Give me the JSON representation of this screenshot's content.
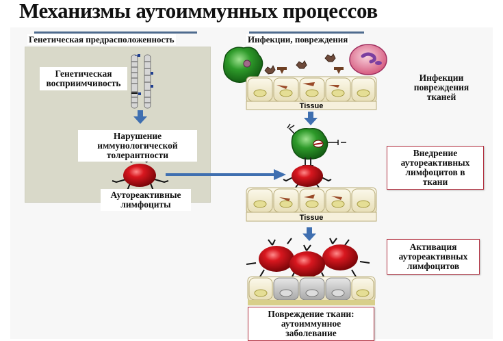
{
  "title": "Механизмы аутоиммунных процессов",
  "left_column": {
    "header": "Генетическая предрасположенность",
    "genetic_susceptibility": [
      "Генетическая",
      "восприимчивость"
    ],
    "tolerance_breakdown": [
      "Нарушение",
      "иммунологической",
      "толерантности"
    ],
    "autoreactive_lymphocytes": [
      "Аутореактивные",
      "лимфоциты"
    ]
  },
  "right_column": {
    "header": "Инфекции, повреждения",
    "tissue_label": "Tissue",
    "step1_label": [
      "Инфекции",
      "повреждения",
      "тканей"
    ],
    "step2_label": [
      "Внедрение",
      "аутореактивных",
      "лимфоцитов в",
      "ткани"
    ],
    "step3_label": [
      "Активация",
      "аутореактивных",
      "лимфоцитов"
    ],
    "outcome_label": [
      "Повреждение ткани:",
      "аутоиммунное",
      "заболевание"
    ]
  },
  "colors": {
    "arrow": "#3f6fb0",
    "lymphocyte_red": "#c0141a",
    "apc_green": "#2e9a2a",
    "neutrophil_pink": "#e07a9a",
    "tissue_cell": "#f3ecd2",
    "box_border": "#b33040",
    "panel_bg": "#d9d9c9"
  }
}
